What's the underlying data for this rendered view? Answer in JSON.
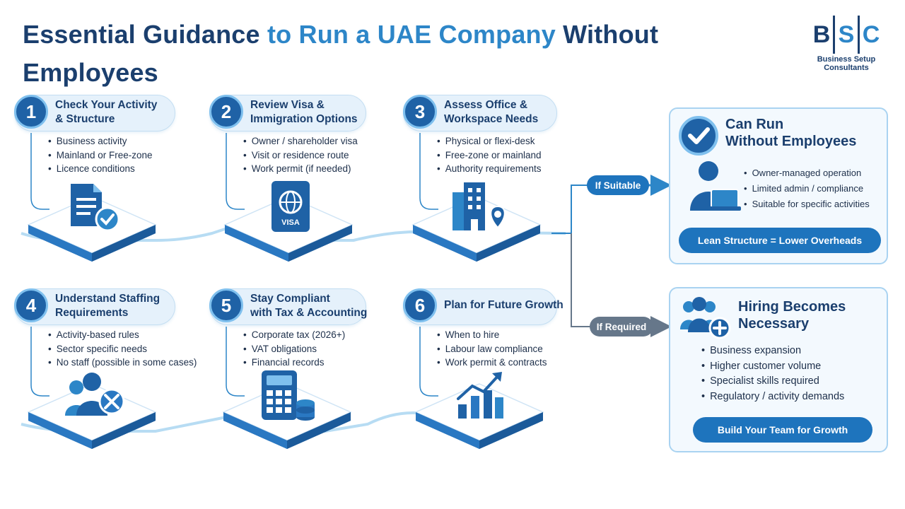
{
  "title": {
    "part1": "Essential Guidance ",
    "part2": "to Run a UAE Company",
    "part3": " Without Employees"
  },
  "logo": {
    "letter1": "B",
    "letter2": "S",
    "letter3": "C",
    "tagline1": "Business Setup",
    "tagline2": "Consultants"
  },
  "steps": [
    {
      "num": "1",
      "title1": "Check Your Activity",
      "title2": "& Structure",
      "bullets": [
        "Business activity",
        "Mainland or Free-zone",
        "Licence conditions"
      ],
      "icon": "document-check-icon"
    },
    {
      "num": "2",
      "title1": "Review Visa &",
      "title2": "Immigration Options",
      "bullets": [
        "Owner / shareholder visa",
        "Visit or residence route",
        "Work permit (if needed)"
      ],
      "icon": "passport-icon",
      "icon_text": "VISA"
    },
    {
      "num": "3",
      "title1": "Assess Office &",
      "title2": "Workspace Needs",
      "bullets": [
        "Physical or flexi-desk",
        "Free-zone or mainland",
        "Authority requirements"
      ],
      "icon": "building-location-icon"
    },
    {
      "num": "4",
      "title1": "Understand Staffing",
      "title2": "Requirements",
      "bullets": [
        "Activity-based rules",
        "Sector specific needs",
        "No staff (possible in some cases)"
      ],
      "icon": "people-no-staff-icon"
    },
    {
      "num": "5",
      "title1": "Stay Compliant",
      "title2": "with Tax & Accounting",
      "bullets": [
        "Corporate tax (2026+)",
        "VAT obligations",
        "Financial records"
      ],
      "icon": "calculator-coins-icon"
    },
    {
      "num": "6",
      "title1": "Plan for Future Growth",
      "title2": "",
      "bullets": [
        "When to hire",
        "Labour law compliance",
        "Work permit & contracts"
      ],
      "icon": "growth-chart-icon"
    }
  ],
  "branches": {
    "suitable": "If Suitable",
    "required": "If Required"
  },
  "outcome_can_run": {
    "title1": "Can Run",
    "title2": "Without Employees",
    "bullets": [
      "Owner-managed operation",
      "Limited admin / compliance",
      "Suitable for specific activities"
    ],
    "button": "Lean Structure = Lower Overheads"
  },
  "outcome_hiring": {
    "title1": "Hiring Becomes",
    "title2": "Necessary",
    "bullets": [
      "Business expansion",
      "Higher customer volume",
      "Specialist skills required",
      "Regulatory / activity demands"
    ],
    "button": "Build Your Team for Growth"
  },
  "colors": {
    "navy": "#1b3f6e",
    "accent": "#2d86c8",
    "button": "#1e74bd",
    "grey_branch": "#66778a"
  }
}
